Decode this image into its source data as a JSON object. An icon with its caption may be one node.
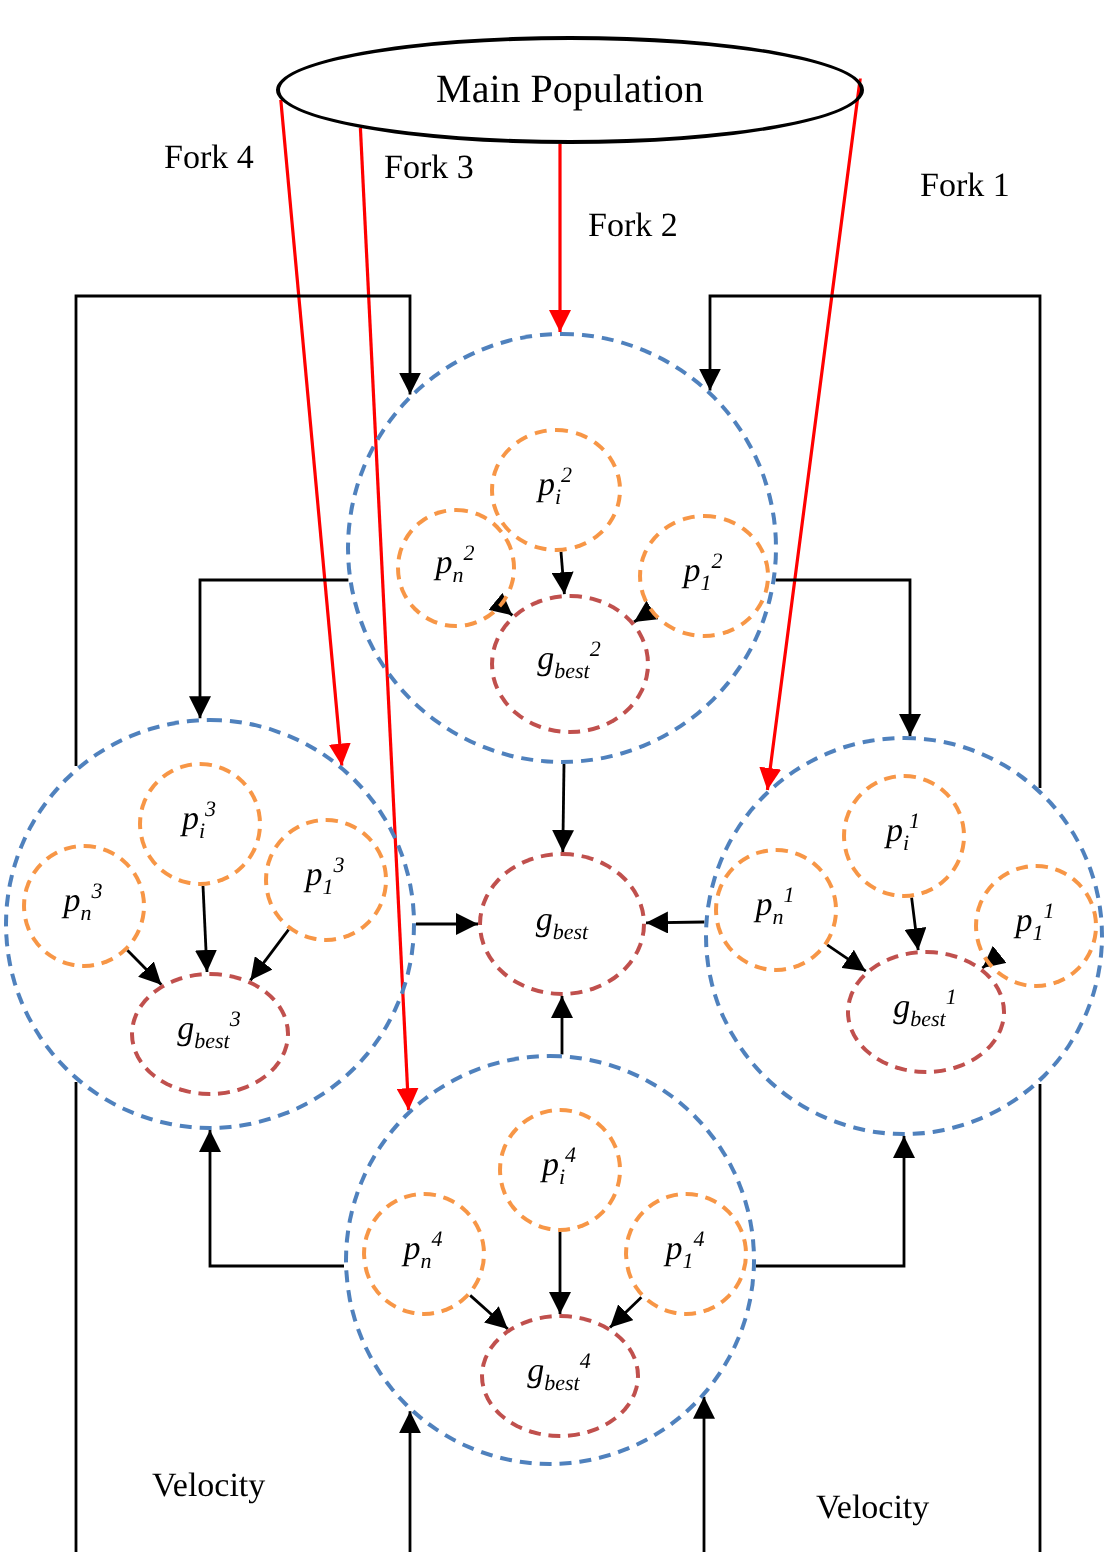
{
  "diagram": {
    "nodes": [
      {
        "text": [
          "Main Population"
        ]
      },
      {
        "text": [],
        "shape": "circle"
      },
      {
        "text": [
          "p$_{i}$$^{2}$"
        ],
        "in": 1
      },
      {
        "text": [
          "p$_{n}$$^{2}$"
        ],
        "in": 1
      },
      {
        "text": [
          "p$_{1}$$^{2}$"
        ],
        "in": 1
      },
      {
        "text": [
          "g$_{best}$$^{2}$"
        ],
        "in": 1
      },
      {
        "text": [],
        "shape": "circle"
      },
      {
        "text": [
          "p$_{i}$$^{3}$"
        ],
        "in": 6
      },
      {
        "text": [
          "p$_{n}$$^{3}$"
        ],
        "in": 6
      },
      {
        "text": [
          "p$_{1}$$^{3}$"
        ],
        "in": 6
      },
      {
        "text": [
          "g$_{best}$$^{3}$"
        ],
        "in": 6
      },
      {
        "text": [
          "g$_{best}$"
        ]
      },
      {
        "text": [],
        "shape": "circle"
      },
      {
        "text": [
          "p$_{i}$$^{1}$"
        ],
        "in": 12
      },
      {
        "text": [
          "p$_{n}$$^{1}$"
        ],
        "in": 12
      },
      {
        "text": [
          "p$_{1}$$^{1}$"
        ],
        "in": 12
      },
      {
        "text": [
          "g$_{best}$$^{1}$"
        ],
        "in": 12
      },
      {
        "text": [],
        "shape": "circle"
      },
      {
        "text": [
          "p$_{i}$$^{4}$"
        ],
        "in": 17
      },
      {
        "text": [
          "p$_{n}$$^{4}$"
        ],
        "in": 17
      },
      {
        "text": [
          "p$_{1}$$^{4}$"
        ],
        "in": 17
      },
      {
        "text": [
          "g$_{best}$$^{4}$"
        ],
        "in": 17
      }
    ],
    "edges": [
      {
        "from": 0,
        "to": 12,
        "arrow": "to",
        "label": "Fork 1",
        "color": "#ff0000"
      },
      {
        "from": 0,
        "to": 1,
        "arrow": "to",
        "label": "Fork 2",
        "color": "#ff0000"
      },
      {
        "from": 0,
        "to": 17,
        "arrow": "to",
        "label": "Fork 3",
        "color": "#ff0000"
      },
      {
        "from": 0,
        "to": 6,
        "arrow": "to",
        "label": "Fork 4",
        "color": "#ff0000"
      },
      {
        "from": 2,
        "to": 5,
        "arrow": "to"
      },
      {
        "from": 3,
        "to": 5,
        "arrow": "to"
      },
      {
        "from": 4,
        "to": 5,
        "arrow": "to"
      },
      {
        "from": 7,
        "to": 10,
        "arrow": "to"
      },
      {
        "from": 8,
        "to": 10,
        "arrow": "to"
      },
      {
        "from": 9,
        "to": 10,
        "arrow": "to"
      },
      {
        "from": 13,
        "to": 16,
        "arrow": "to"
      },
      {
        "from": 14,
        "to": 16,
        "arrow": "to"
      },
      {
        "from": 15,
        "to": 16,
        "arrow": "to"
      },
      {
        "from": 18,
        "to": 21,
        "arrow": "to"
      },
      {
        "from": 19,
        "to": 21,
        "arrow": "to"
      },
      {
        "from": 20,
        "to": 21,
        "arrow": "to"
      },
      {
        "from": 1,
        "to": 11,
        "arrow": "to"
      },
      {
        "from": 6,
        "to": 11,
        "arrow": "to"
      },
      {
        "from": 12,
        "to": 11,
        "arrow": "to"
      },
      {
        "from": 17,
        "to": 11,
        "arrow": "to"
      },
      {
        "from": 1,
        "to": 6,
        "arrow": "to"
      },
      {
        "from": 1,
        "to": 12,
        "arrow": "to"
      },
      {
        "from": 17,
        "to": 6,
        "arrow": "to"
      },
      {
        "from": 17,
        "to": 12,
        "arrow": "to"
      },
      {
        "from": null,
        "to": 1,
        "arrow": "to"
      },
      {
        "from": null,
        "to": 1,
        "arrow": "to"
      },
      {
        "from": null,
        "to": 17,
        "arrow": "to"
      },
      {
        "from": null,
        "to": 17,
        "arrow": "to"
      }
    ],
    "labels": [
      "Velocity",
      "Velocity"
    ]
  }
}
